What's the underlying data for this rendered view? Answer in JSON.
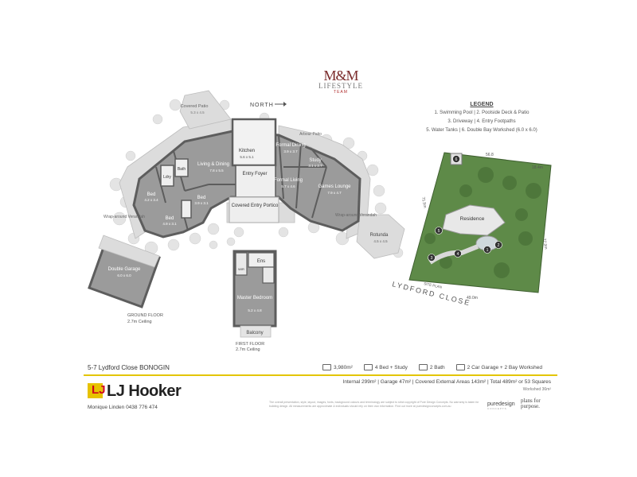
{
  "brand": {
    "monogram": "M&M",
    "name": "LIFESTYLE",
    "team": "TEAM"
  },
  "north_label": "NORTH",
  "legend": {
    "title": "LEGEND",
    "lines": [
      "1. Swimming Pool  |  2. Poolside Deck & Patio",
      "3. Driveway  |  4. Entry Footpaths",
      "5. Water Tanks  |  6. Double Bay Workshed (6.0 x 6.0)"
    ]
  },
  "rooms": {
    "covered_patio": "Covered Patio",
    "covered_patio_dim": "5.3 x 4.5",
    "arbour_patio": "Arbour Patio",
    "kitchen": "Kitchen",
    "kitchen_dim": "5.6 x 5.1",
    "living_dining": "Living & Dining",
    "living_dining_dim": "7.8 x 5.5",
    "formal_dining": "Formal Dining",
    "formal_dining_dim": "3.9 x 3.7",
    "study": "Study",
    "study_dim": "3.1 x 2.7",
    "formal_living": "Formal Living",
    "formal_living_dim": "5.7 x 4.6",
    "games_lounge": "Games Lounge",
    "games_lounge_dim": "7.9 x 4.7",
    "entry_foyer": "Entry Foyer",
    "covered_entry_portico": "Covered Entry Portico",
    "laundry": "Ldry",
    "bath": "Bath",
    "bed1": "Bed",
    "bed1_dim": "4.2 x 3.4",
    "bed2": "Bed",
    "bed2_dim": "4.9 x 3.1",
    "bed3": "Bed",
    "bed3_dim": "3.9 x 3.1",
    "wraparound_left": "Wrap-around Verandah",
    "wraparound_right": "Wrap-around Verandah",
    "rotunda": "Rotunda",
    "rotunda_dim": "4.5 x 4.5",
    "double_garage": "Double Garage",
    "double_garage_dim": "6.0 x 6.0",
    "ensuite": "Ens",
    "wir": "WIR",
    "master_bedroom": "Master Bedroom",
    "master_bedroom_dim": "5.2 x 4.8",
    "balcony": "Balcony"
  },
  "floors": {
    "ground": "GROUND FLOOR",
    "ground_ceiling": "2.7m Ceiling",
    "first": "FIRST FLOOR",
    "first_ceiling": "2.7m Ceiling"
  },
  "site": {
    "label": "SITE PLAN",
    "residence": "Residence",
    "street": "LYDFORD CLOSE",
    "dims": [
      "56.8",
      "18.4m",
      "77.9m",
      "49.0m",
      "71.5m"
    ],
    "markers": [
      "1",
      "2",
      "3",
      "4",
      "5",
      "6"
    ]
  },
  "footer": {
    "address": "5-7 Lydford Close BONOGIN",
    "land": "3,980m²",
    "beds": "4 Bed + Study",
    "baths": "2 Bath",
    "garage": "2 Car Garage + 2 Bay Workshed",
    "areas": "Internal 299m²  |  Garage 47m²  |  Covered External Areas 143m²  |  Total 489m² or 53 Squares",
    "workshed": "Workshed 36m²",
    "agency": "LJ Hooker",
    "agency_mark": "LJ",
    "agent": "Monique Linden   0438 776 474",
    "disclaimer": "The overall presentation, style, layout, images, fonts, background colours and terminology are subject to strict copyright of Pure Design Concepts. No warranty is taken for building design. All measurements are approximate & individuals should rely on their own information. Find out more at puredesignconcepts.com.au",
    "pd_name": "puredesign",
    "pd_sub": "CONCEPTS",
    "pfp_line1": "plans for",
    "pfp_line2": "purpose."
  },
  "colors": {
    "wall": "#5d5d5d",
    "floor": "#9b9b9b",
    "deck": "#dcdcdc",
    "grass": "#5e8a48",
    "accent_yellow": "#e3c500",
    "accent_red": "#d0021b"
  }
}
